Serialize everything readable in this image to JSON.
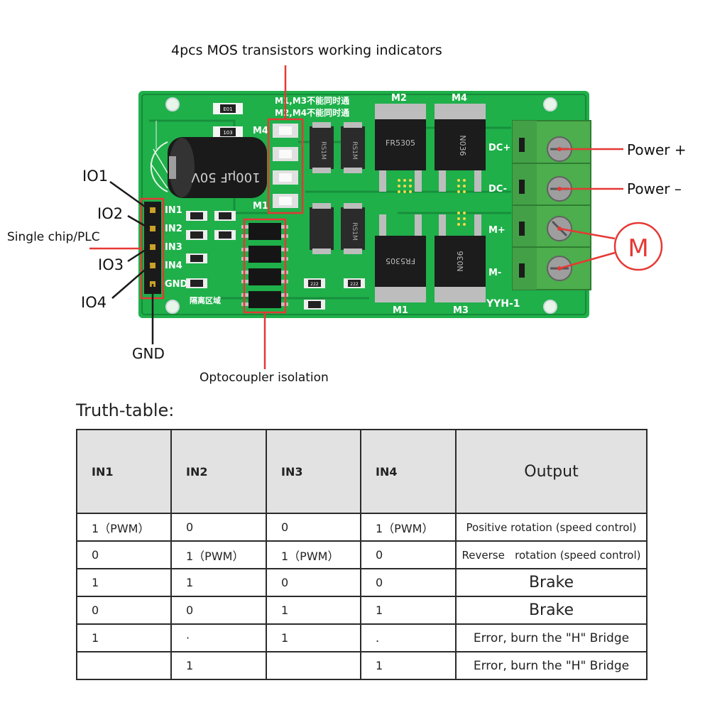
{
  "callouts": {
    "mos_indicators": "4pcs MOS transistors working indicators",
    "io1": "IO1",
    "io2": "IO2",
    "single_chip": "Single chip/PLC",
    "io3": "IO3",
    "io4": "IO4",
    "gnd": "GND",
    "optocoupler": "Optocoupler isolation",
    "power_plus": "Power +",
    "power_minus": "Power –",
    "motor": "M"
  },
  "board": {
    "warning_line1": "M1,M3不能同时通",
    "warning_line2": "M2,M4不能同时通",
    "pins": [
      "IN1",
      "IN2",
      "IN3",
      "IN4",
      "GND"
    ],
    "terminals": [
      "DC+",
      "DC-",
      "M+",
      "M-"
    ],
    "mosfet_labels": [
      "M4",
      "M1",
      "M2",
      "M4",
      "M1",
      "M3"
    ],
    "capacitor_text": "100µF 50V",
    "isolation_label": "隔离区域",
    "model": "YYH-1",
    "resistor_codes": [
      "E01",
      "103",
      "222",
      "222"
    ],
    "chip_text_fr": "FR5305",
    "chip_text_no": "N036",
    "diode_text": "RS1M"
  },
  "truth_table": {
    "title": "Truth-table:",
    "headers": [
      "IN1",
      "IN2",
      "IN3",
      "IN4",
      "Output"
    ],
    "rows": [
      [
        "1（PWM）",
        "0",
        "0",
        "1（PWM）",
        "Positive rotation (speed control)"
      ],
      [
        "0",
        "1（PWM）",
        "1（PWM）",
        "0",
        "Reverse   rotation (speed control)"
      ],
      [
        "1",
        "1",
        "0",
        "0",
        "Brake"
      ],
      [
        "0",
        "0",
        "1",
        "1",
        "Brake"
      ],
      [
        "1",
        "·",
        "1",
        ".",
        "Error, burn the \"H\" Bridge"
      ],
      [
        "",
        "1",
        "",
        "1",
        "Error, burn the \"H\" Bridge"
      ]
    ]
  },
  "colors": {
    "pcb_green": "#1fb04a",
    "terminal_green": "#4cae4c",
    "callout_red": "#e53935"
  }
}
